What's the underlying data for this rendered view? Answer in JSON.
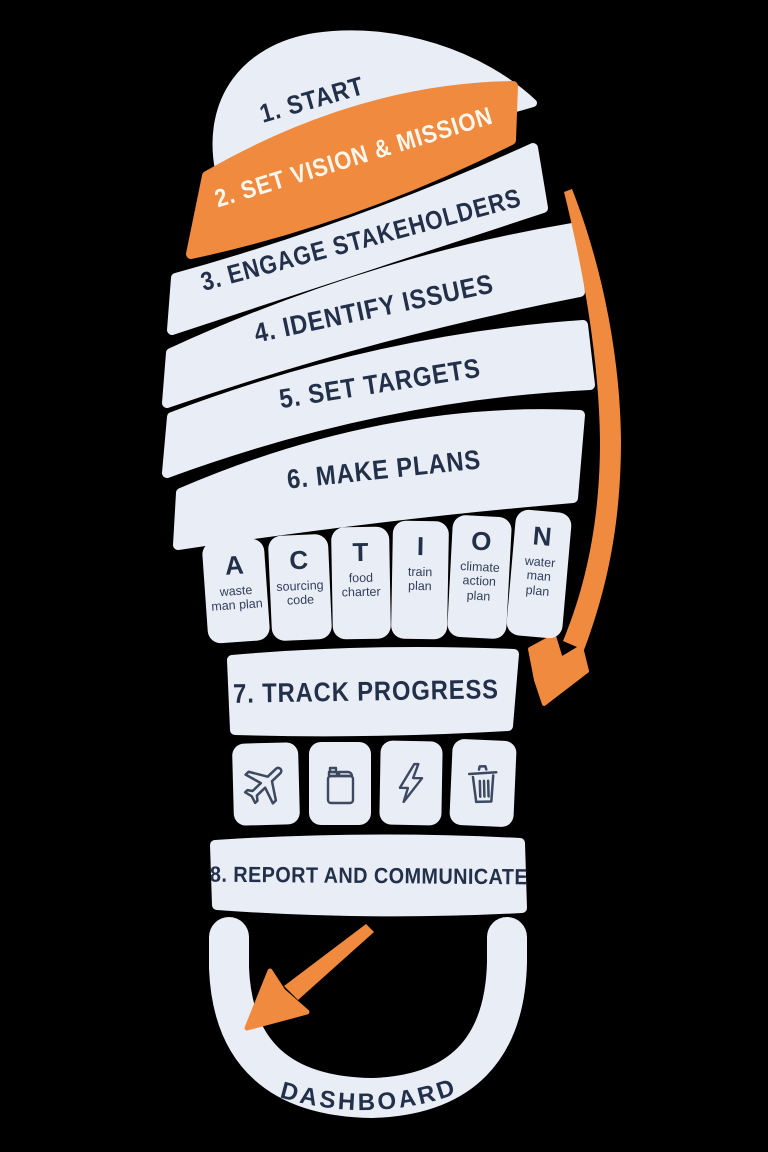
{
  "colors": {
    "background": "#000000",
    "band": "#e9edf6",
    "accent_orange": "#ef8a3f",
    "text_navy": "#22304a",
    "text_on_accent": "#fdf7ee"
  },
  "steps": [
    {
      "label": "1. START",
      "highlighted": false
    },
    {
      "label": "2. SET VISION & MISSION",
      "highlighted": true
    },
    {
      "label": "3. ENGAGE STAKEHOLDERS",
      "highlighted": false
    },
    {
      "label": "4. IDENTIFY ISSUES",
      "highlighted": false
    },
    {
      "label": "5. SET TARGETS",
      "highlighted": false
    },
    {
      "label": "6. MAKE PLANS",
      "highlighted": false
    },
    {
      "label": "7. TRACK PROGRESS",
      "highlighted": false
    },
    {
      "label": "8. REPORT AND COMMUNICATE",
      "highlighted": false
    }
  ],
  "action_row": {
    "word": "ACTION",
    "tiles": [
      {
        "letter": "A",
        "label": "waste man plan"
      },
      {
        "letter": "C",
        "label": "sourcing code"
      },
      {
        "letter": "T",
        "label": "food charter"
      },
      {
        "letter": "I",
        "label": "train plan"
      },
      {
        "letter": "O",
        "label": "climate action plan"
      },
      {
        "letter": "N",
        "label": "water man plan"
      }
    ]
  },
  "tracking_icons": [
    {
      "name": "airplane-icon"
    },
    {
      "name": "fuel-can-icon"
    },
    {
      "name": "lightning-bolt-icon"
    },
    {
      "name": "trash-bin-icon"
    }
  ],
  "footer": {
    "label": "DASHBOARD"
  }
}
